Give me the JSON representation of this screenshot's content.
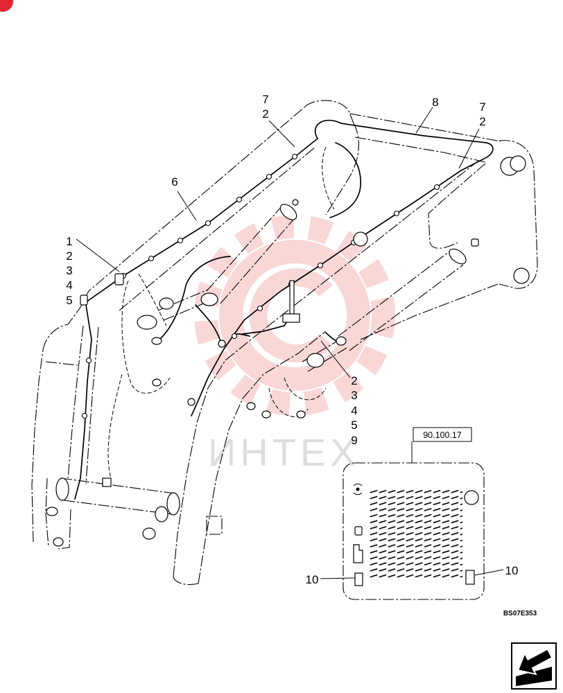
{
  "callouts": {
    "top_center": [
      "7",
      "2"
    ],
    "top_harness": "8",
    "top_right": [
      "7",
      "2"
    ],
    "left_arm_harness": "6",
    "left_group": [
      "1",
      "2",
      "3",
      "4",
      "5"
    ],
    "right_group": [
      "2",
      "3",
      "4",
      "5",
      "9"
    ],
    "panel_left": "10",
    "panel_right": "10"
  },
  "reference_box": "90.100.17",
  "drawing_code": "BS07E353",
  "watermark": "ИНТЕХ",
  "colors": {
    "line": "#000000",
    "watermark_gear": "#f5b8b8",
    "watermark_text": "#9a9a9a",
    "corner_logo": "#e32636"
  },
  "icons": {
    "navigation": "return-arrow-icon",
    "panel_sensor": "sensor-icon"
  }
}
